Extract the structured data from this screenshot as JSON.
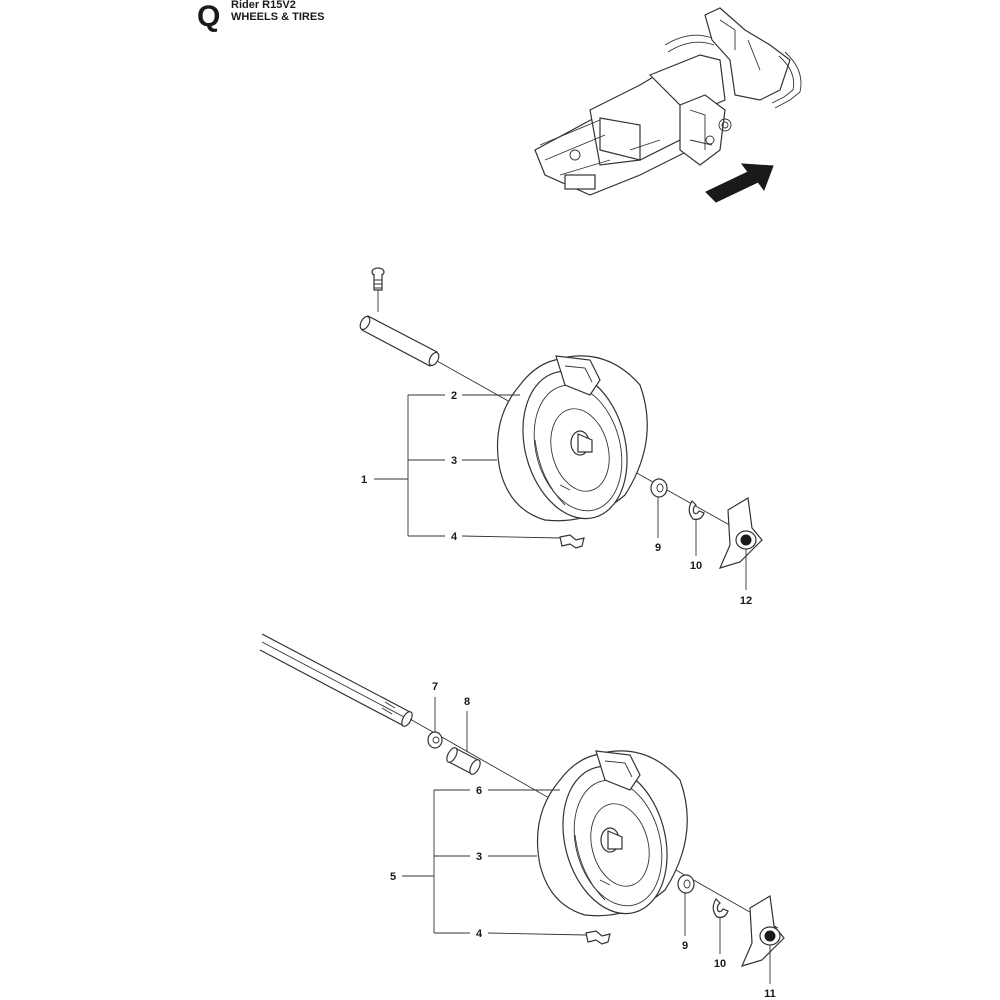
{
  "header": {
    "section_letter": "Q",
    "model": "Rider R15V2",
    "title": "WHEELS & TIRES"
  },
  "callouts": {
    "c1": "1",
    "c2_top": "2",
    "c3_top": "3",
    "c4_top": "4",
    "c9_top": "9",
    "c10_top": "10",
    "c12": "12",
    "c5": "5",
    "c6": "6",
    "c3_bottom": "3",
    "c4_bottom": "4",
    "c7": "7",
    "c8": "8",
    "c9_bottom": "9",
    "c10_bottom": "10",
    "c11": "11"
  },
  "icons": [
    "tractor-frame-overview",
    "direction-arrow-icon",
    "wheel-assembly",
    "hub-cap"
  ],
  "colors": {
    "ink": "#1a1a1a",
    "line": "#333333",
    "background": "#ffffff"
  }
}
